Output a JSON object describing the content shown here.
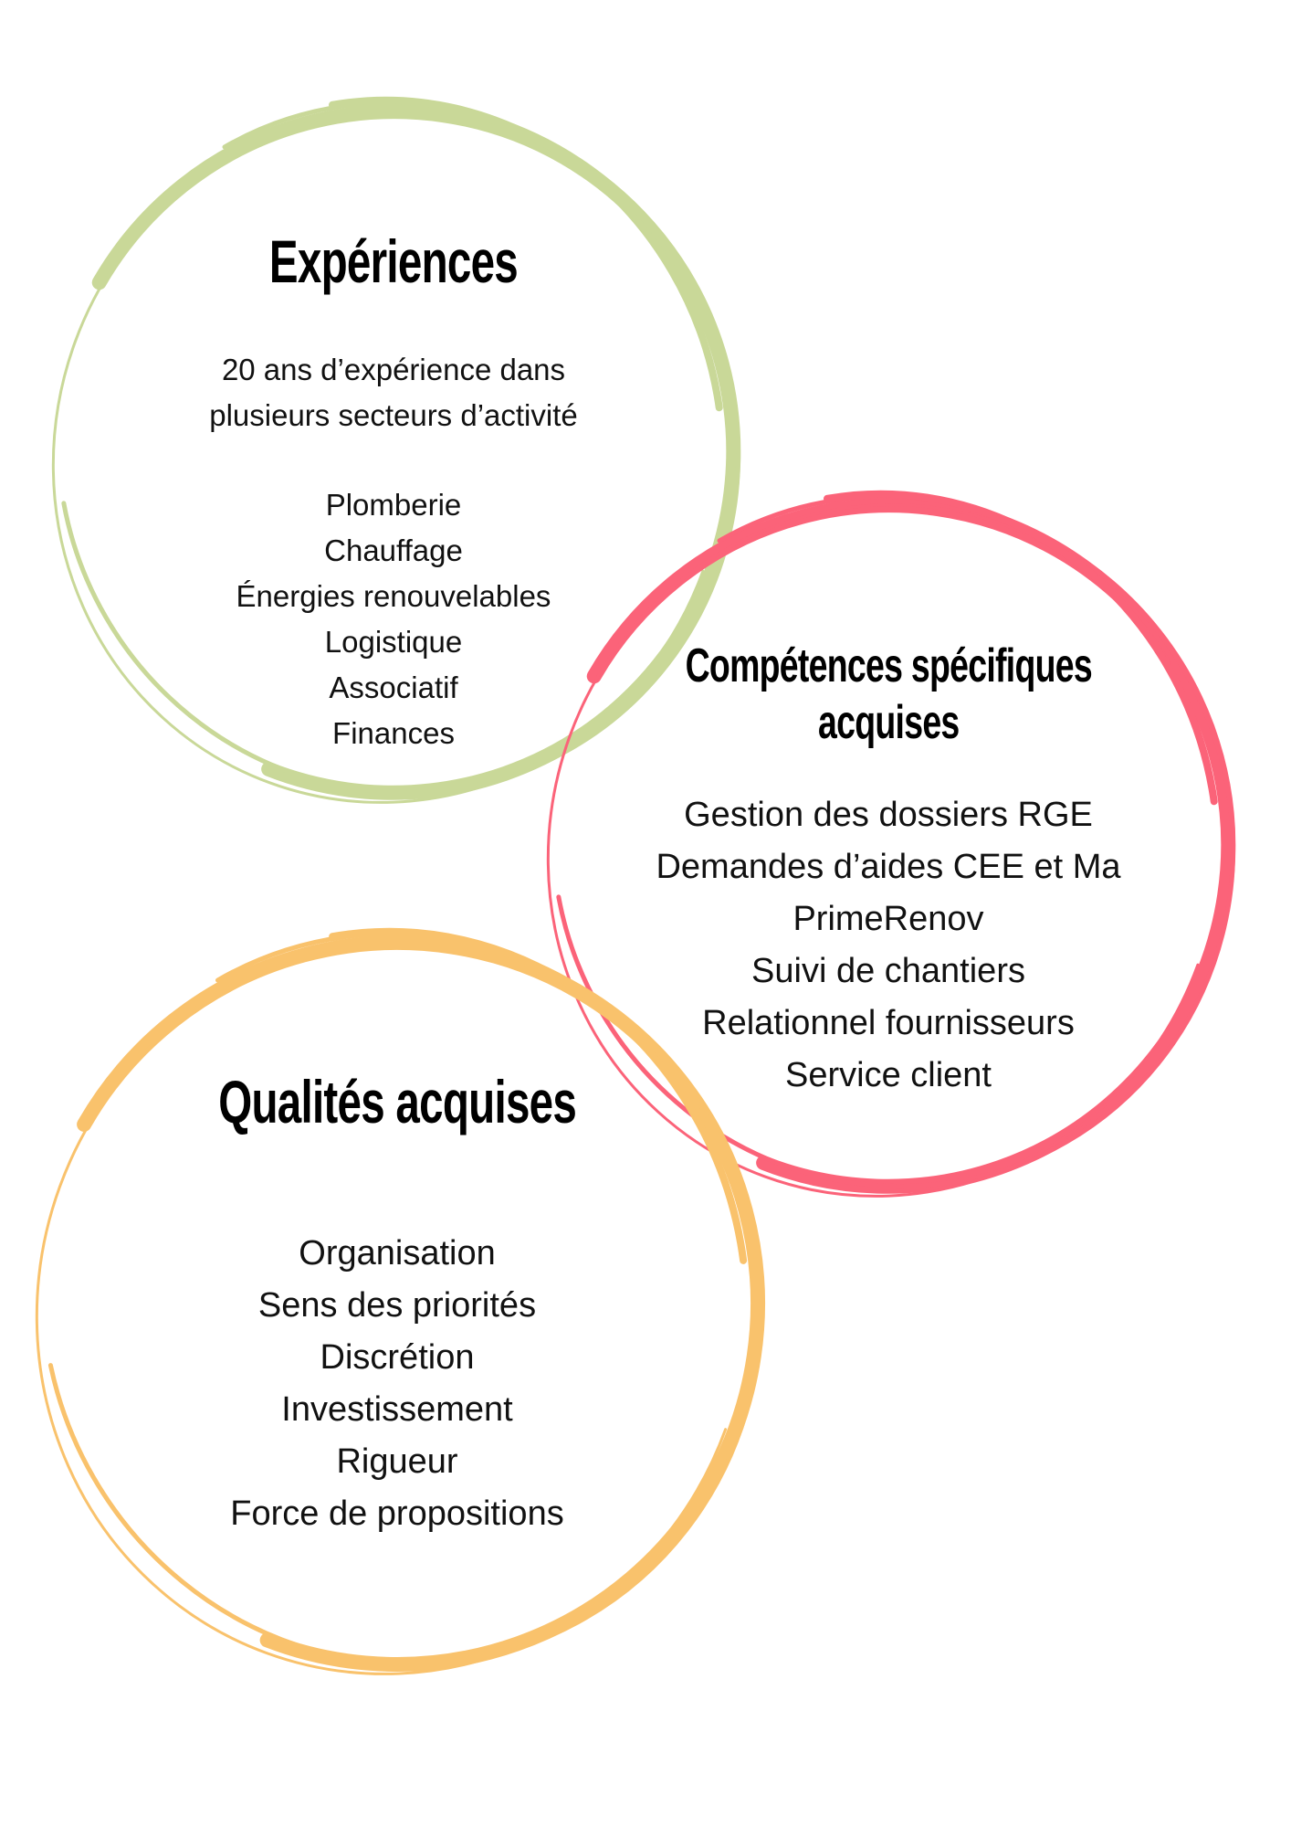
{
  "colors": {
    "experiences": "#c9d898",
    "competences": "#fb6379",
    "qualites": "#f9c26c"
  },
  "experiences": {
    "title": "Expériences",
    "intro": [
      "20 ans d’expérience dans",
      "plusieurs secteurs d’activité"
    ],
    "items": [
      "Plomberie",
      "Chauffage",
      "Énergies renouvelables",
      "Logistique",
      "Associatif",
      "Finances"
    ]
  },
  "competences": {
    "title": [
      "Compétences spécifiques",
      "acquises"
    ],
    "items": [
      "Gestion des dossiers RGE",
      "Demandes d’aides CEE et Ma",
      "PrimeRenov",
      "Suivi de chantiers",
      "Relationnel fournisseurs",
      "Service client"
    ]
  },
  "qualites": {
    "title": "Qualités acquises",
    "items": [
      "Organisation",
      "Sens des priorités",
      "Discrétion",
      "Investissement",
      "Rigueur",
      "Force de propositions"
    ]
  }
}
